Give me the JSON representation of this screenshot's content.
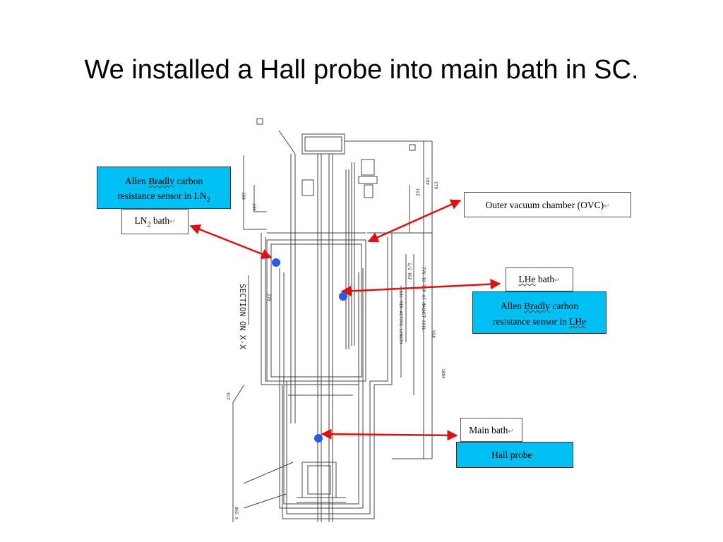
{
  "title": "We installed a Hall probe into main bath in SC.",
  "callouts": {
    "ln2_sensor": {
      "line1_pre": "Allen ",
      "line1_brand": "Bradly",
      "line1_post": " carbon",
      "line2_pre": "resistance sensor in LN",
      "line2_sub": "2"
    },
    "ln2_bath": {
      "pre": "LN",
      "sub": "2",
      "post": " bath"
    },
    "ovc": {
      "label": "Outer vacuum chamber (OVC)"
    },
    "lhe_bath": {
      "pre": "LHe",
      "post": " bath"
    },
    "lhe_sensor": {
      "line1_pre": "Allen ",
      "line1_brand": "Bradly",
      "line1_post": " carbon",
      "line2_pre": "resistance sensor in ",
      "line2_lhe": "LHe"
    },
    "main_bath": {
      "label": "Main bath"
    },
    "hall_probe": {
      "label": "Hall probe"
    }
  },
  "return_mark": "↵",
  "drawing": {
    "section_label": "SECTION ON X-X",
    "dims": {
      "d1": "150",
      "d2": "235",
      "d3": "483",
      "d4": "233",
      "d5": "615",
      "d6": "775 TO TOP OF MAGNET COIL",
      "d7": "1/2 REF",
      "d8": "(53) MIN ACTIVE LENGTH",
      "d9": "270",
      "d10": "950",
      "d11": "1004",
      "d12": "865 X",
      "d13": "270"
    }
  },
  "colors": {
    "cyan": "#00bff3",
    "arrow": "#e01010",
    "marker": "#2a5be8"
  }
}
